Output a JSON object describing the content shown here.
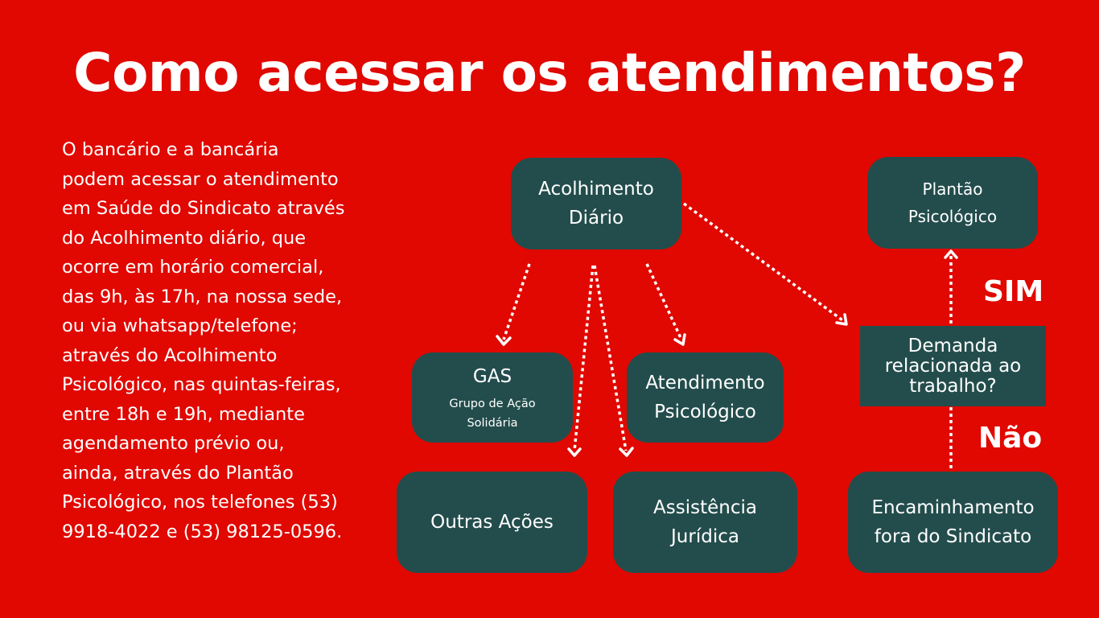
{
  "title": "Como acessar os atendimentos?",
  "description": "O bancário e a bancária\npodem acessar o atendimento\nem Saúde do Sindicato através\ndo Acolhimento diário, que\nocorre em horário comercial,\ndas 9h, às 17h, na nossa sede,\nou via whatsapp/telefone;\natravés do Acolhimento\nPsicológico, nas quintas-feiras,\nentre 18h e 19h, mediante\nagendamento prévio ou,\nainda, através do Plantão\nPsicológico, nos telefones (53)\n9918-4022 e (53) 98125-0596.",
  "nodes": {
    "acolhimento": "Acolhimento\nDiário",
    "gas": "GAS",
    "gas_sub": "Grupo de Ação\nSolidária",
    "atendimento": "Atendimento\nPsicológico",
    "outras": "Outras Ações",
    "juridica": "Assistência\nJurídica",
    "plantao": "Plantão\nPsicológico",
    "demanda": "Demanda\nrelacionada ao\ntrabalho?",
    "encaminhamento": "Encaminhamento\nfora do Sindicato"
  },
  "labels": {
    "sim": "SIM",
    "nao": "Não"
  },
  "colors": {
    "background": "#e00800",
    "node": "#234d4c",
    "text": "#ffffff"
  }
}
